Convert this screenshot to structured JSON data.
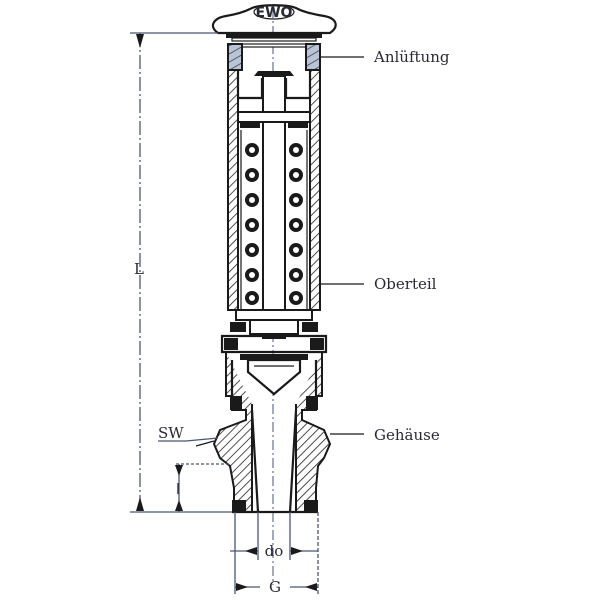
{
  "drawing": {
    "subject": "safety valve sectional drawing",
    "handwheel_logo": "EWO",
    "labels": {
      "venting": "Anlüftung",
      "upper_part": "Oberteil",
      "housing": "Gehäuse"
    },
    "dimensions": {
      "overall_length": "L",
      "wrench_size": "SW",
      "thread_length": "l",
      "seat_diameter": "do",
      "thread": "G"
    },
    "colors": {
      "line": "#1a1a1a",
      "dimension_line": "#4a5670",
      "text": "#2a2a34",
      "background": "#ffffff"
    }
  }
}
